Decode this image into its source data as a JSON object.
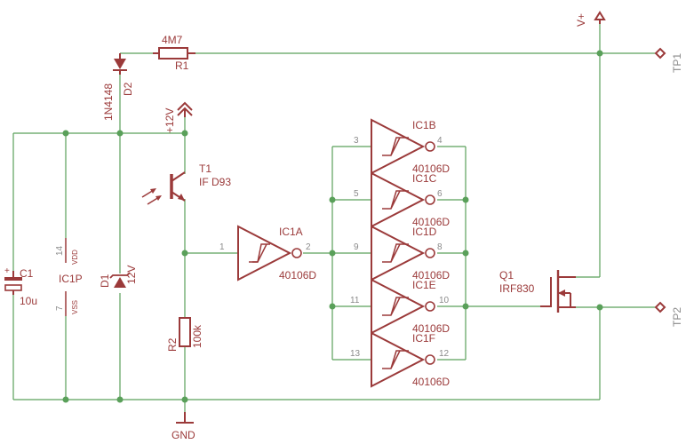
{
  "labels": {
    "v_plus": "V+",
    "tp1": "TP1",
    "tp2": "TP2",
    "r1_value": "4M7",
    "r1_name": "R1",
    "d2_type": "1N4148",
    "d2_name": "D2",
    "plus12v": "+12V",
    "t1_name": "T1",
    "t1_type": "IF D93",
    "c1_name": "C1",
    "c1_value": "10u",
    "c1_plus": "+",
    "ic1p_name": "IC1P",
    "ic1p_pin14": "14",
    "ic1p_vdd": "VDD",
    "ic1p_pin7": "7",
    "ic1p_vss": "VSS",
    "d1_name": "D1",
    "d1_value": "12V",
    "r2_name": "R2",
    "r2_value": "100k",
    "gnd": "GND",
    "ic1a_name": "IC1A",
    "ic1a_type": "40106D",
    "ic1a_in": "1",
    "ic1a_out": "2",
    "ic1b_name": "IC1B",
    "ic1b_type": "40106D",
    "ic1b_in": "3",
    "ic1b_out": "4",
    "ic1c_name": "IC1C",
    "ic1c_type": "40106D",
    "ic1c_in": "5",
    "ic1c_out": "6",
    "ic1d_name": "IC1D",
    "ic1d_type": "40106D",
    "ic1d_in": "9",
    "ic1d_out": "8",
    "ic1e_name": "IC1E",
    "ic1e_type": "40106D",
    "ic1e_in": "11",
    "ic1e_out": "10",
    "ic1f_name": "IC1F",
    "ic1f_type": "40106D",
    "ic1f_in": "13",
    "ic1f_out": "12",
    "q1_name": "Q1",
    "q1_type": "IRF830"
  },
  "colors": {
    "wire": "#5aa05a",
    "symbol": "#9b3a3a",
    "pin_number": "#8a8a8a",
    "background": "#ffffff"
  }
}
